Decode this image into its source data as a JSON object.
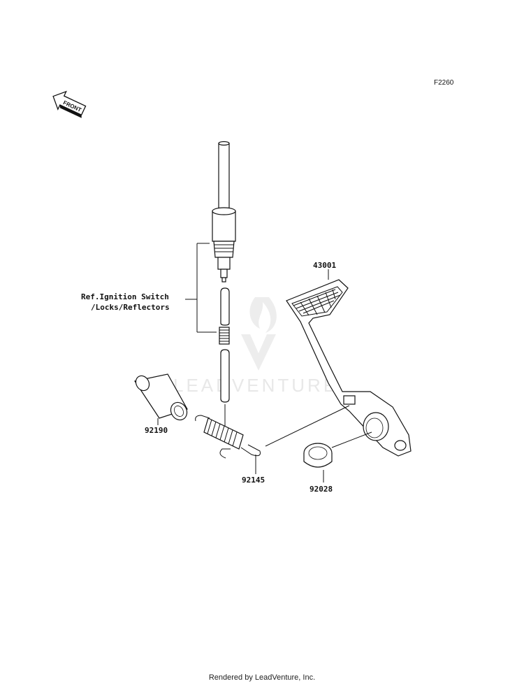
{
  "figure_code": "F2260",
  "front_label": "FRONT",
  "watermark": "LEADVENTURE",
  "ref_label": {
    "line1": "Ref.Ignition Switch",
    "line2": "/Locks/Reflectors"
  },
  "parts": {
    "brake_pedal": "43001",
    "collar": "92190",
    "spring": "92145",
    "bushing": "92028"
  },
  "footer": "Rendered by LeadVenture, Inc."
}
